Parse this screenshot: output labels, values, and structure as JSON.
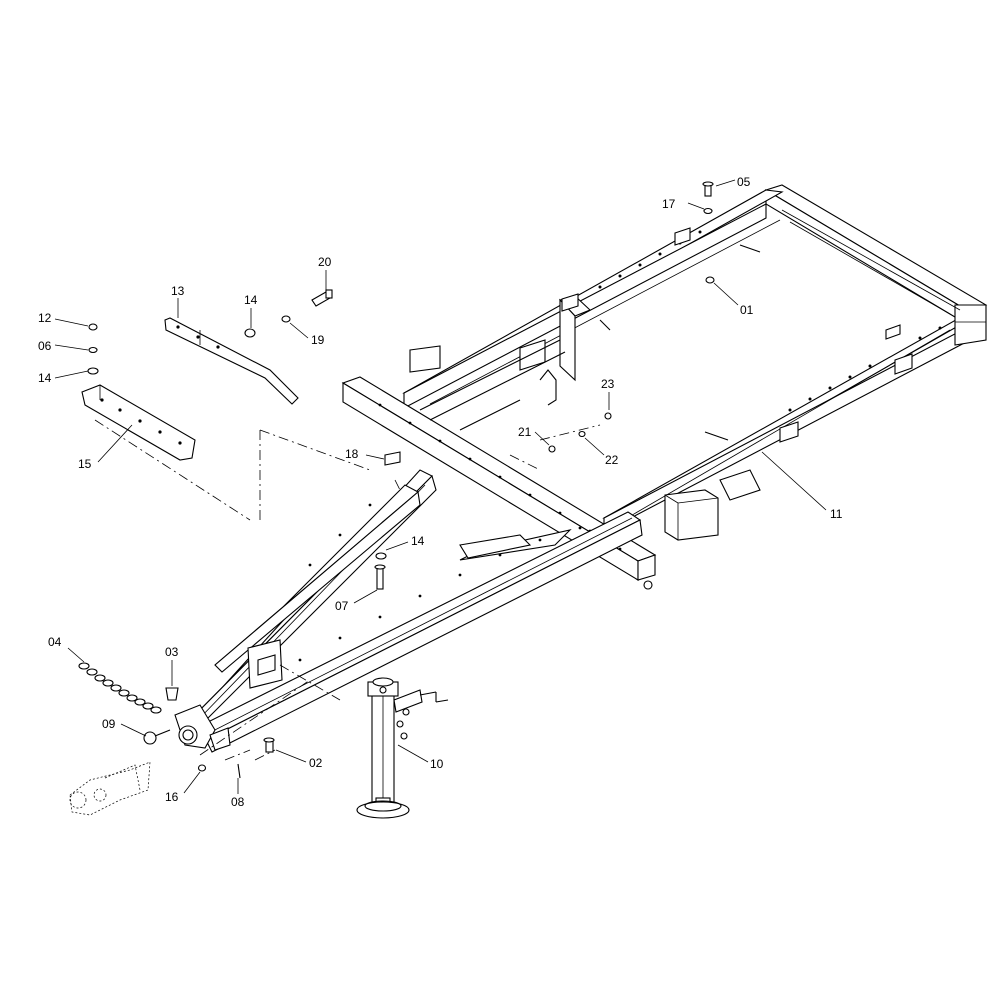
{
  "callouts": [
    {
      "id": "c05",
      "label": "05"
    },
    {
      "id": "c17",
      "label": "17"
    },
    {
      "id": "c01",
      "label": "01"
    },
    {
      "id": "c20",
      "label": "20"
    },
    {
      "id": "c13",
      "label": "13"
    },
    {
      "id": "c14a",
      "label": "14"
    },
    {
      "id": "c19",
      "label": "19"
    },
    {
      "id": "c12",
      "label": "12"
    },
    {
      "id": "c06",
      "label": "06"
    },
    {
      "id": "c14b",
      "label": "14"
    },
    {
      "id": "c15",
      "label": "15"
    },
    {
      "id": "c23",
      "label": "23"
    },
    {
      "id": "c21",
      "label": "21"
    },
    {
      "id": "c22",
      "label": "22"
    },
    {
      "id": "c18",
      "label": "18"
    },
    {
      "id": "c11",
      "label": "11"
    },
    {
      "id": "c14c",
      "label": "14"
    },
    {
      "id": "c07",
      "label": "07"
    },
    {
      "id": "c04",
      "label": "04"
    },
    {
      "id": "c03",
      "label": "03"
    },
    {
      "id": "c09",
      "label": "09"
    },
    {
      "id": "c02",
      "label": "02"
    },
    {
      "id": "c10",
      "label": "10"
    },
    {
      "id": "c16",
      "label": "16"
    },
    {
      "id": "c08",
      "label": "08"
    }
  ]
}
